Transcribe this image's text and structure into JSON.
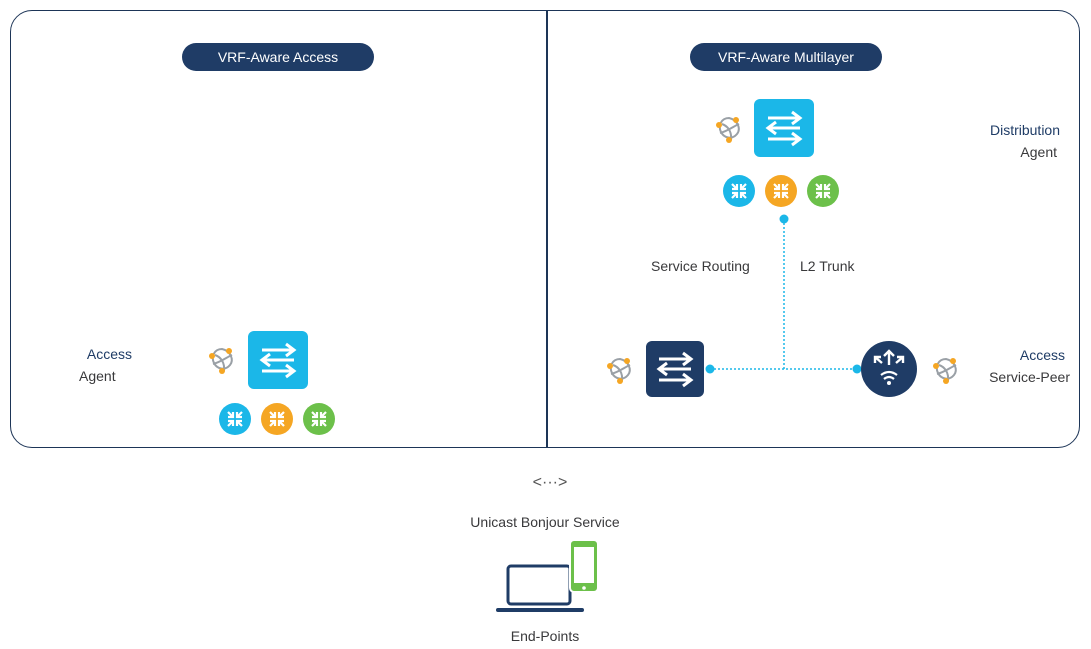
{
  "title_left": "VRF-Aware Access",
  "title_right": "VRF-Aware Multilayer",
  "left": {
    "role_line1": "Access",
    "role_line2": "Agent"
  },
  "right": {
    "dist_line1": "Distribution",
    "dist_line2": "Agent",
    "service_routing": "Service Routing",
    "l2_trunk": "L2 Trunk",
    "peer_line1": "Access",
    "peer_line2": "Service-Peer"
  },
  "bottom": {
    "arrow_symbol": "<···>",
    "service": "Unicast Bonjour Service",
    "endpoints": "End-Points"
  },
  "colors": {
    "navy": "#1f3c66",
    "switch_blue": "#1bb7e8",
    "orange": "#f5a623",
    "green": "#6cc04a",
    "link": "#1bb7e8"
  },
  "icons": [
    "bonjour-icon",
    "switch-icon",
    "vrf-icon",
    "router-icon",
    "laptop-icon",
    "phone-icon"
  ]
}
